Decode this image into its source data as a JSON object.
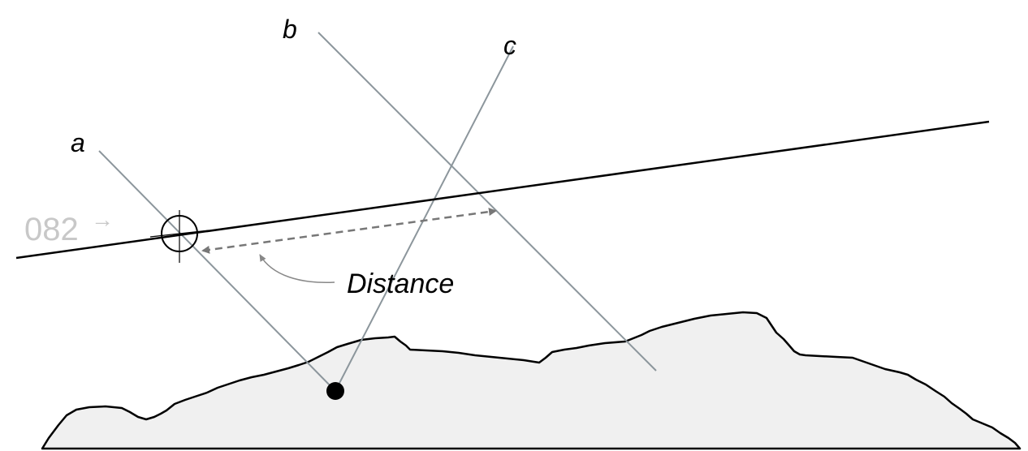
{
  "diagram": {
    "line_labels": {
      "a": "a",
      "b": "b",
      "c": "c"
    },
    "bearing_text": "082",
    "bearing_arrow": "→",
    "distance_label": "Distance"
  },
  "colors": {
    "terrain_fill": "#f0f0f0",
    "terrain_stroke": "#000000",
    "bearing_lines": "#8c969c",
    "course_line": "#000000",
    "distance_arrow": "#777777",
    "bearing_text": "#c8c8c8"
  }
}
